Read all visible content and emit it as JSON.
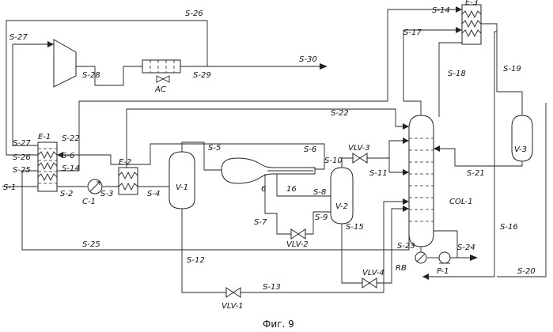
{
  "figure": {
    "caption": "Фиг. 9"
  },
  "equipment": {
    "E1": "E-1",
    "E2": "E-2",
    "E3": "E-3",
    "C1": "C-1",
    "AC": "AC",
    "V1": "V-1",
    "V2": "V-2",
    "V3": "V-3",
    "COL1": "COL-1",
    "RB": "RB",
    "P1": "P-1",
    "VLV1": "VLV-1",
    "VLV2": "VLV-2",
    "VLV3": "VLV-3",
    "VLV4": "VLV-4",
    "ex_left": "6",
    "ex_right": "16"
  },
  "streams": {
    "S1": "S-1",
    "S2": "S-2",
    "S3": "S-3",
    "S4": "S-4",
    "S5": "S-5",
    "S6": "S-6",
    "S7": "S-7",
    "S8": "S-8",
    "S9": "S-9",
    "S10": "S-10",
    "S11": "S-11",
    "S12": "S-12",
    "S13": "S-13",
    "S14": "S-14",
    "S15": "S-15",
    "S16": "S-16",
    "S17": "S-17",
    "S18": "S-18",
    "S19": "S-19",
    "S20": "S-20",
    "S21": "S-21",
    "S22": "S-22",
    "S23": "S-23",
    "S24": "S-24",
    "S25": "S-25",
    "S26": "S-26",
    "S27": "S-27",
    "S28": "S-28",
    "S29": "S-29",
    "S30": "S-30"
  }
}
